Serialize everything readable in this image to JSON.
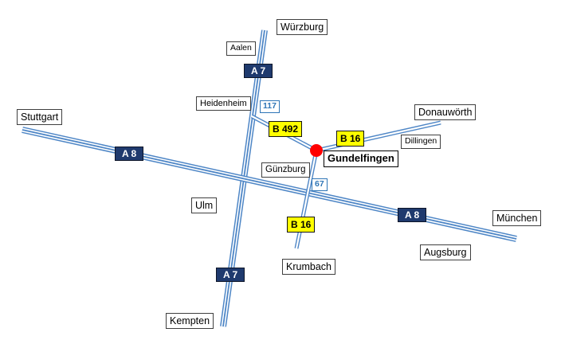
{
  "map": {
    "colors": {
      "road": "#4e86c6",
      "autobahn_badge_bg": "#1f3a6e",
      "autobahn_badge_text": "#ffffff",
      "b_road_badge_bg": "#ffff00",
      "b_road_badge_text": "#000000",
      "junction_box": "#2e75b6",
      "location_marker": "#ff0000"
    },
    "cities": {
      "wuerzburg": "Würzburg",
      "aalen": "Aalen",
      "stuttgart": "Stuttgart",
      "heidenheim": "Heidenheim",
      "donauwoerth": "Donauwörth",
      "dillingen": "Dillingen",
      "gundelfingen": "Gundelfingen",
      "guenzburg": "Günzburg",
      "ulm": "Ulm",
      "muenchen": "München",
      "augsburg": "Augsburg",
      "krumbach": "Krumbach",
      "kempten": "Kempten"
    },
    "road_badges": {
      "a7_north": "A 7",
      "a7_south": "A 7",
      "a8_west": "A 8",
      "a8_east": "A 8",
      "b492": "B 492",
      "b16_east": "B 16",
      "b16_south": "B 16"
    },
    "junctions": {
      "exit_117": "117",
      "exit_67": "67"
    }
  }
}
